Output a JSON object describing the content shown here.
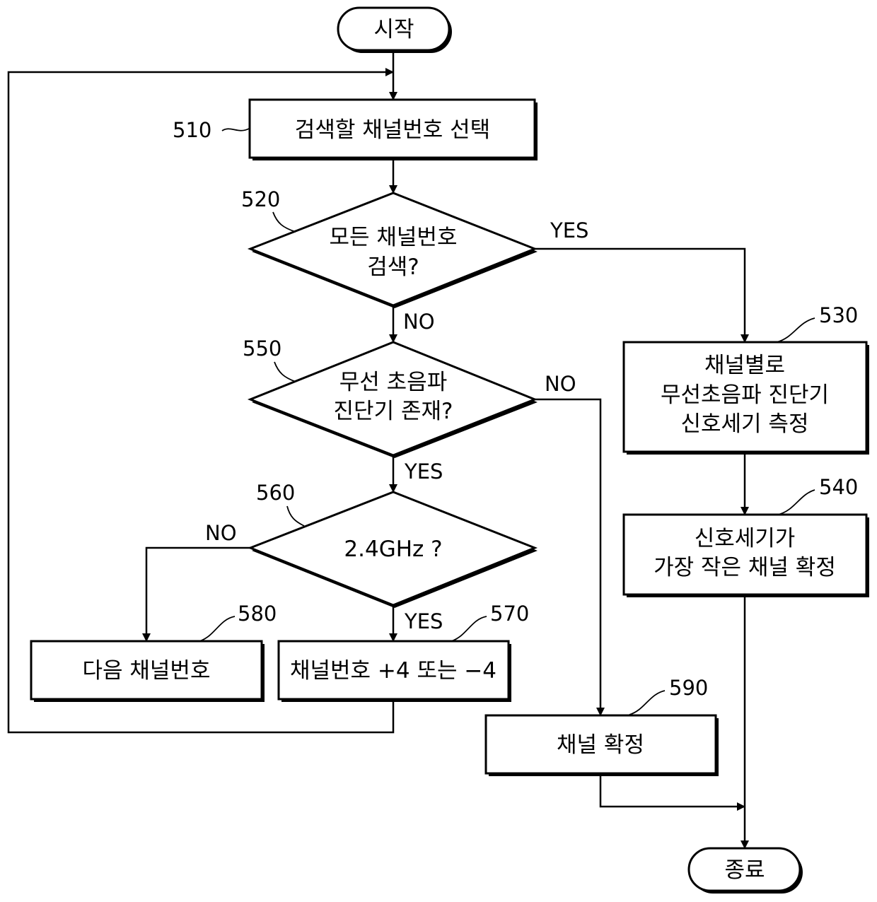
{
  "start": "시작",
  "end": "종료",
  "steps": {
    "s510": {
      "ref": "510",
      "text": "검색할 채널번호 선택"
    },
    "s520": {
      "ref": "520",
      "lines": [
        "모든 채널번호",
        "검색?"
      ]
    },
    "s530": {
      "ref": "530",
      "lines": [
        "채널별로",
        "무선초음파 진단기",
        "신호세기 측정"
      ]
    },
    "s540": {
      "ref": "540",
      "lines": [
        "신호세기가",
        "가장 작은 채널 확정"
      ]
    },
    "s550": {
      "ref": "550",
      "lines": [
        "무선 초음파",
        "진단기 존재?"
      ]
    },
    "s560": {
      "ref": "560",
      "text": "2.4GHz ?"
    },
    "s570": {
      "ref": "570",
      "text": "채널번호 +4 또는 −4"
    },
    "s580": {
      "ref": "580",
      "text": "다음 채널번호"
    },
    "s590": {
      "ref": "590",
      "text": "채널 확정"
    }
  },
  "labels": {
    "yes_520": "YES",
    "no_520": "NO",
    "no_550": "NO",
    "yes_550": "YES",
    "no_560": "NO",
    "yes_560": "YES"
  }
}
